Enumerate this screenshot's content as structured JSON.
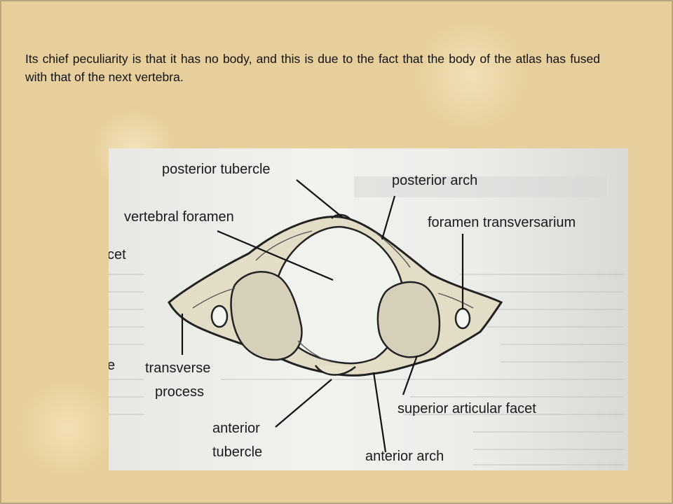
{
  "caption": "Its chief peculiarity is that it has no body, and this is due to the fact that the body of the atlas has fused with that of the next vertebra.",
  "diagram": {
    "labels": {
      "posterior_tubercle": "posterior tubercle",
      "posterior_arch": "posterior arch",
      "vertebral_foramen": "vertebral foramen",
      "foramen_transversarium": "foramen transversarium",
      "transverse_process_1": "transverse",
      "transverse_process_2": "process",
      "superior_articular_facet": "superior articular facet",
      "anterior_tubercle_1": "anterior",
      "anterior_tubercle_2": "tubercle",
      "anterior_arch": "anterior arch"
    },
    "edge_fragments": {
      "left_top": "cet",
      "left_bottom": "e"
    }
  }
}
